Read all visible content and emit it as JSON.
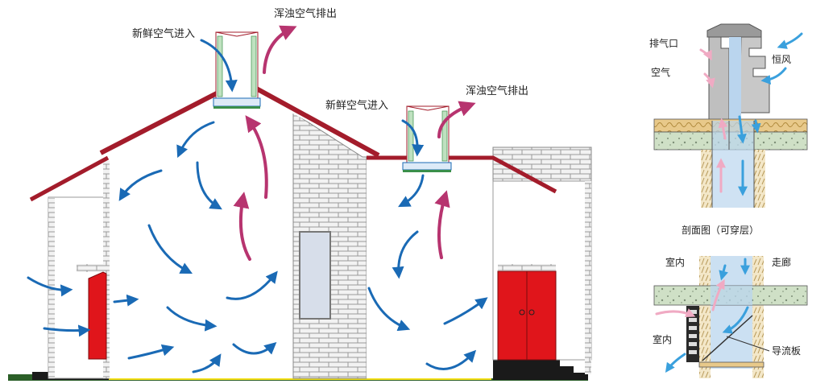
{
  "labels": {
    "fresh_in_1": "新鲜空气进入",
    "exhaust_out_1": "浑浊空气排出",
    "fresh_in_2": "新鲜空气进入",
    "exhaust_out_2": "浑浊空气排出",
    "exhaust_port": "排气口",
    "air": "空气",
    "constant_wind": "恒风",
    "section_title": "剖面图（可穿层）",
    "indoor_upper": "室内",
    "corridor": "走廊",
    "indoor_lower": "室内",
    "deflector": "导流板"
  },
  "colors": {
    "roof": "#a31c2b",
    "fresh_arrow": "#1a6ab5",
    "exhaust_arrow": "#b7346f",
    "door": "#e0151b",
    "ground": "#f5e01a",
    "foundation": "#1a1a1a",
    "brick": "#d0d0d0",
    "concrete": "#cfe0c6",
    "insulation": "#e8c98a",
    "light_blue": "#bad5ee",
    "pink_flow": "#f0aac3"
  }
}
